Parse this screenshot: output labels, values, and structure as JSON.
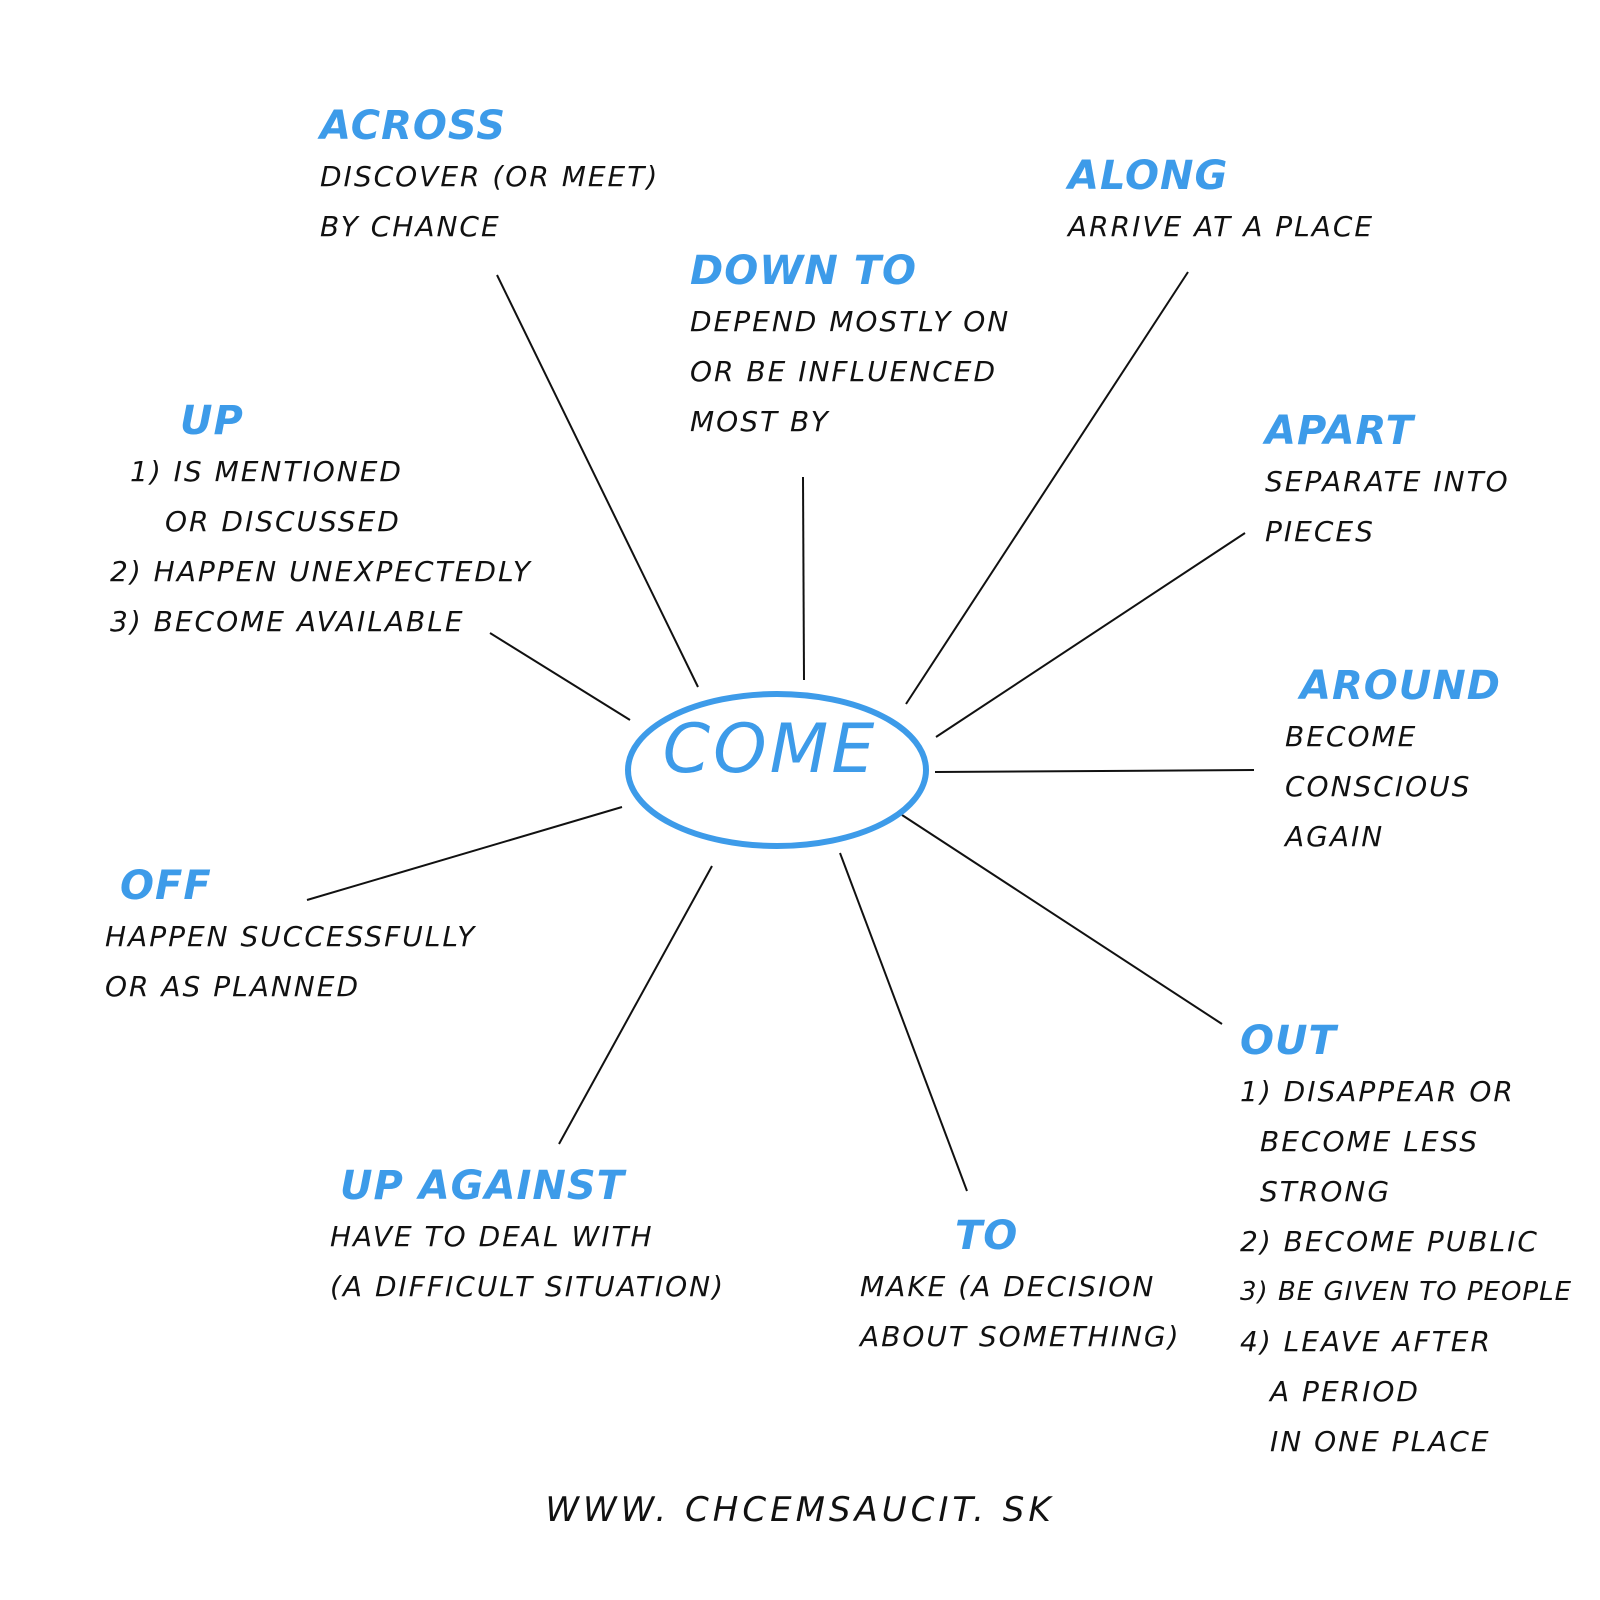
{
  "colors": {
    "accent": "#3d9be9",
    "ink": "#111111"
  },
  "center": {
    "word": "COME"
  },
  "nodes": {
    "across": {
      "title": "ACROSS",
      "lines": [
        "DISCOVER (OR MEET)",
        "BY CHANCE"
      ]
    },
    "down_to": {
      "title": "DOWN TO",
      "lines": [
        "DEPEND MOSTLY ON",
        "OR BE INFLUENCED",
        "MOST BY"
      ]
    },
    "along": {
      "title": "ALONG",
      "lines": [
        "ARRIVE AT A PLACE"
      ]
    },
    "up": {
      "title": "UP",
      "lines": [
        "1) IS MENTIONED",
        "OR DISCUSSED",
        "2) HAPPEN UNEXPECTEDLY",
        "3) BECOME AVAILABLE"
      ]
    },
    "apart": {
      "title": "APART",
      "lines": [
        "SEPARATE INTO",
        "PIECES"
      ]
    },
    "around": {
      "title": "AROUND",
      "lines": [
        "BECOME",
        "CONSCIOUS",
        "AGAIN"
      ]
    },
    "off": {
      "title": "OFF",
      "lines": [
        "HAPPEN SUCCESSFULLY",
        "OR AS PLANNED"
      ]
    },
    "out": {
      "title": "OUT",
      "lines": [
        "1) DISAPPEAR OR",
        "BECOME LESS",
        "STRONG",
        "2) BECOME PUBLIC",
        "3) BE GIVEN TO PEOPLE",
        "4) LEAVE AFTER",
        "A PERIOD",
        "IN ONE PLACE"
      ]
    },
    "up_against": {
      "title": "UP AGAINST",
      "lines": [
        "HAVE TO DEAL WITH",
        "(A DIFFICULT SITUATION)"
      ]
    },
    "to": {
      "title": "TO",
      "lines": [
        "MAKE (A DECISION",
        "ABOUT SOMETHING)"
      ]
    }
  },
  "footer": {
    "url": "WWW. CHCEMSAUCIT. SK"
  }
}
